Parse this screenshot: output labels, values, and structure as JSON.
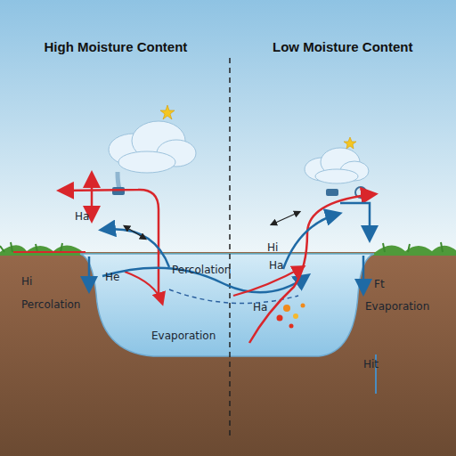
{
  "diagram": {
    "labels": [
      "High Moisture Content",
      "Low Moisture Content",
      "Ha",
      "He",
      "Hi",
      "Percolation",
      "Percolation",
      "Evaporation",
      "Hi",
      "Ha",
      "Ha",
      "Ft",
      "Evaporation",
      "Hit"
    ]
  }
}
